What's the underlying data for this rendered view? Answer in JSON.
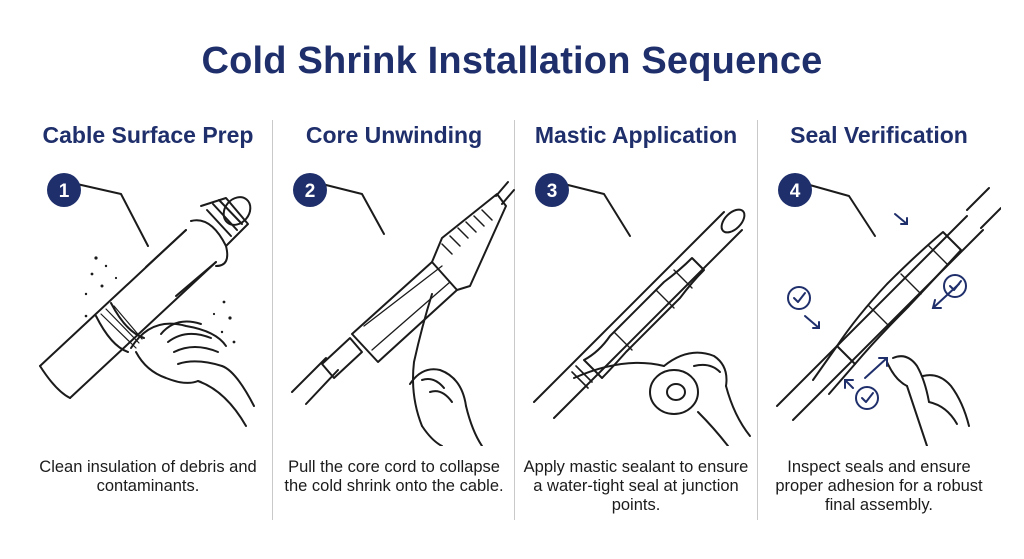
{
  "title": "Cold Shrink Installation Sequence",
  "colors": {
    "primary": "#1f2f6b",
    "line": "#1b1b1b",
    "divider": "#c9c9c9"
  },
  "steps": [
    {
      "number": "1",
      "title": "Cable Surface Prep",
      "caption": "Clean insulation of debris and contaminants.",
      "icons": [
        "cable-icon",
        "cloth-hand-icon"
      ]
    },
    {
      "number": "2",
      "title": "Core Unwinding",
      "caption": "Pull the core cord to collapse the cold shrink onto the cable.",
      "icons": [
        "cold-shrink-tube-icon",
        "pulling-hand-icon"
      ]
    },
    {
      "number": "3",
      "title": "Mastic Application",
      "caption": "Apply mastic sealant to ensure a water-tight seal at junction points.",
      "icons": [
        "sealed-joint-icon",
        "mastic-tape-roll-icon"
      ]
    },
    {
      "number": "4",
      "title": "Seal Verification",
      "caption": "Inspect seals and ensure proper adhesion for a robust final assembly.",
      "icons": [
        "check-circle-icon",
        "pressure-arrow-icon",
        "pointing-hand-icon"
      ]
    }
  ]
}
